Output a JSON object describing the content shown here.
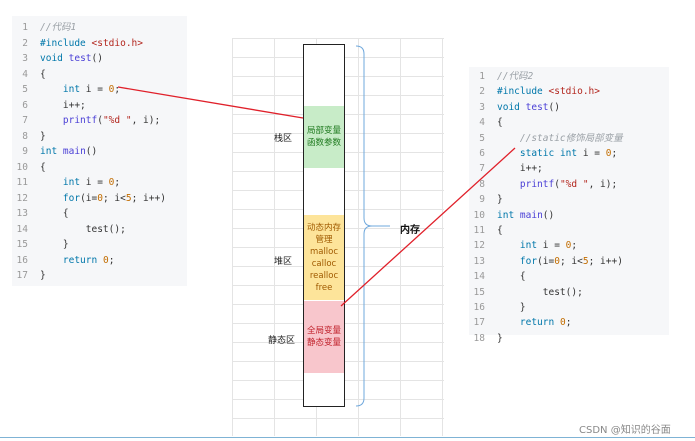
{
  "left_code": [
    {
      "n": "1",
      "parts": [
        [
          "cmt",
          "//代码1"
        ]
      ]
    },
    {
      "n": "2",
      "parts": [
        [
          "pp",
          "#include"
        ],
        [
          "",
          " "
        ],
        [
          "str",
          "<stdio.h>"
        ]
      ]
    },
    {
      "n": "3",
      "parts": [
        [
          "kw",
          "void"
        ],
        [
          "",
          " "
        ],
        [
          "fn",
          "test"
        ],
        [
          "",
          "()"
        ]
      ]
    },
    {
      "n": "4",
      "parts": [
        [
          "",
          "{"
        ]
      ]
    },
    {
      "n": "5",
      "parts": [
        [
          "",
          "    "
        ],
        [
          "kw",
          "int"
        ],
        [
          "",
          " i = "
        ],
        [
          "num",
          "0"
        ],
        [
          "",
          ";"
        ]
      ]
    },
    {
      "n": "6",
      "parts": [
        [
          "",
          "    i++;"
        ]
      ]
    },
    {
      "n": "7",
      "parts": [
        [
          "",
          "    "
        ],
        [
          "fn",
          "printf"
        ],
        [
          "",
          "("
        ],
        [
          "str",
          "\"%d \""
        ],
        [
          "",
          ", i);"
        ]
      ]
    },
    {
      "n": "8",
      "parts": [
        [
          "",
          "}"
        ]
      ]
    },
    {
      "n": "9",
      "parts": [
        [
          "kw",
          "int"
        ],
        [
          "",
          " "
        ],
        [
          "fn",
          "main"
        ],
        [
          "",
          "()"
        ]
      ]
    },
    {
      "n": "10",
      "parts": [
        [
          "",
          "{"
        ]
      ]
    },
    {
      "n": "11",
      "parts": [
        [
          "",
          "    "
        ],
        [
          "kw",
          "int"
        ],
        [
          "",
          " i = "
        ],
        [
          "num",
          "0"
        ],
        [
          "",
          ";"
        ]
      ]
    },
    {
      "n": "12",
      "parts": [
        [
          "",
          "    "
        ],
        [
          "kw",
          "for"
        ],
        [
          "",
          "(i="
        ],
        [
          "num",
          "0"
        ],
        [
          "",
          "; i<"
        ],
        [
          "num",
          "5"
        ],
        [
          "",
          "; i++)"
        ]
      ]
    },
    {
      "n": "13",
      "parts": [
        [
          "",
          "    {"
        ]
      ]
    },
    {
      "n": "14",
      "parts": [
        [
          "",
          "        test();"
        ]
      ]
    },
    {
      "n": "15",
      "parts": [
        [
          "",
          "    }"
        ]
      ]
    },
    {
      "n": "16",
      "parts": [
        [
          "",
          "    "
        ],
        [
          "kw",
          "return"
        ],
        [
          "",
          " "
        ],
        [
          "num",
          "0"
        ],
        [
          "",
          ";"
        ]
      ]
    },
    {
      "n": "17",
      "parts": [
        [
          "",
          "}"
        ]
      ]
    }
  ],
  "right_code": [
    {
      "n": "1",
      "parts": [
        [
          "cmt",
          "//代码2"
        ]
      ]
    },
    {
      "n": "2",
      "parts": [
        [
          "pp",
          "#include"
        ],
        [
          "",
          " "
        ],
        [
          "str",
          "<stdio.h>"
        ]
      ]
    },
    {
      "n": "3",
      "parts": [
        [
          "kw",
          "void"
        ],
        [
          "",
          " "
        ],
        [
          "fn",
          "test"
        ],
        [
          "",
          "()"
        ]
      ]
    },
    {
      "n": "4",
      "parts": [
        [
          "",
          "{"
        ]
      ]
    },
    {
      "n": "5",
      "parts": [
        [
          "",
          "    "
        ],
        [
          "cmt",
          "//static修饰局部变量"
        ]
      ]
    },
    {
      "n": "6",
      "parts": [
        [
          "",
          "    "
        ],
        [
          "kw",
          "static"
        ],
        [
          "",
          " "
        ],
        [
          "kw",
          "int"
        ],
        [
          "",
          " i = "
        ],
        [
          "num",
          "0"
        ],
        [
          "",
          ";"
        ]
      ]
    },
    {
      "n": "7",
      "parts": [
        [
          "",
          "    i++;"
        ]
      ]
    },
    {
      "n": "8",
      "parts": [
        [
          "",
          "    "
        ],
        [
          "fn",
          "printf"
        ],
        [
          "",
          "("
        ],
        [
          "str",
          "\"%d \""
        ],
        [
          "",
          ", i);"
        ]
      ]
    },
    {
      "n": "9",
      "parts": [
        [
          "",
          "}"
        ]
      ]
    },
    {
      "n": "10",
      "parts": [
        [
          "kw",
          "int"
        ],
        [
          "",
          " "
        ],
        [
          "fn",
          "main"
        ],
        [
          "",
          "()"
        ]
      ]
    },
    {
      "n": "11",
      "parts": [
        [
          "",
          "{"
        ]
      ]
    },
    {
      "n": "12",
      "parts": [
        [
          "",
          "    "
        ],
        [
          "kw",
          "int"
        ],
        [
          "",
          " i = "
        ],
        [
          "num",
          "0"
        ],
        [
          "",
          ";"
        ]
      ]
    },
    {
      "n": "13",
      "parts": [
        [
          "",
          "    "
        ],
        [
          "kw",
          "for"
        ],
        [
          "",
          "(i="
        ],
        [
          "num",
          "0"
        ],
        [
          "",
          "; i<"
        ],
        [
          "num",
          "5"
        ],
        [
          "",
          "; i++)"
        ]
      ]
    },
    {
      "n": "14",
      "parts": [
        [
          "",
          "    {"
        ]
      ]
    },
    {
      "n": "15",
      "parts": [
        [
          "",
          "        test();"
        ]
      ]
    },
    {
      "n": "16",
      "parts": [
        [
          "",
          "    }"
        ]
      ]
    },
    {
      "n": "17",
      "parts": [
        [
          "",
          "    "
        ],
        [
          "kw",
          "return"
        ],
        [
          "",
          " "
        ],
        [
          "num",
          "0"
        ],
        [
          "",
          ";"
        ]
      ]
    },
    {
      "n": "18",
      "parts": [
        [
          "",
          "}"
        ]
      ]
    }
  ],
  "memory": {
    "stack_label": "栈区",
    "heap_label": "堆区",
    "static_label": "静态区",
    "memory_label": "内存",
    "stack_segment": [
      "局部变量",
      "函数参数"
    ],
    "heap_segment": [
      "动态内存",
      "管理",
      "malloc",
      "calloc",
      "realloc",
      "free"
    ],
    "static_segment": [
      "全局变量",
      "静态变量"
    ]
  },
  "colors": {
    "stack_fill": "#c8ecc8",
    "stack_text": "#1f7a1f",
    "heap_fill": "#fde49a",
    "heap_text": "#a05a00",
    "static_fill": "#f8c6cc",
    "static_text": "#c0202a",
    "arrow": "#e0202a",
    "brace": "#6fa8dc"
  },
  "watermark": "CSDN @知识的谷面"
}
